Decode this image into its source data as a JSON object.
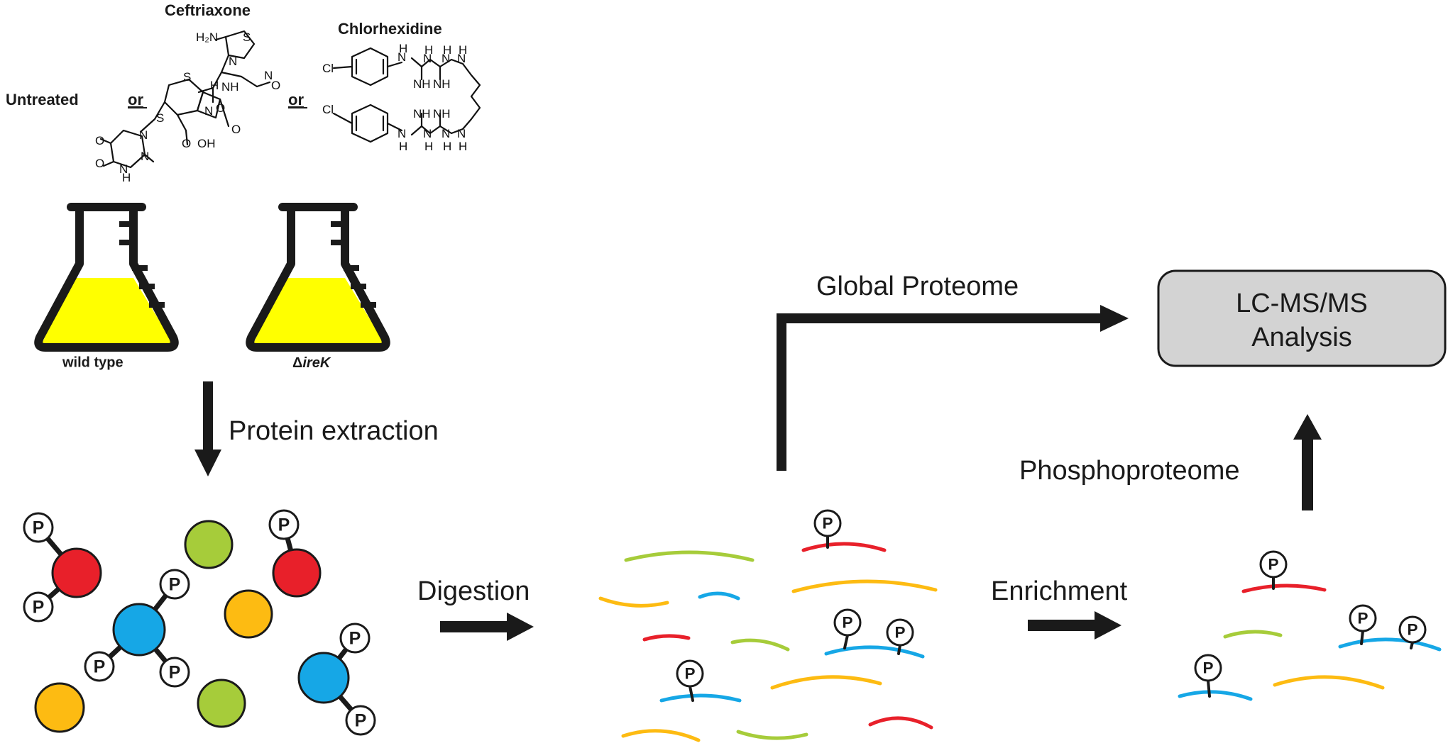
{
  "treatments": {
    "untreated": "Untreated",
    "or_1": "or",
    "ceftriaxone": "Ceftriaxone",
    "or_2": "or",
    "chlorhexidine": "Chlorhexidine"
  },
  "strains": {
    "wild_type": "wild type",
    "mutant_prefix": "Δ",
    "mutant_gene": "ireK"
  },
  "steps": {
    "protein_extraction": "Protein extraction",
    "digestion": "Digestion",
    "global_proteome": "Global Proteome",
    "enrichment": "Enrichment",
    "phosphoproteome": "Phosphoproteome"
  },
  "analysis_box": {
    "line1": "LC-MS/MS",
    "line2": "Analysis"
  },
  "phospho_label": "P",
  "chem_labels": {
    "ceftriaxone_atoms": [
      "H2N",
      "S",
      "N",
      "N",
      "O",
      "O",
      "NH",
      "H",
      "S",
      "S",
      "N",
      "O",
      "O",
      "OH",
      "O",
      "N",
      "N",
      "O",
      "N",
      "H"
    ],
    "chlorhexidine_atoms": [
      "Cl",
      "Cl",
      "NH",
      "NH",
      "NH",
      "NH",
      "NH",
      "NH",
      "NH",
      "NH",
      "N",
      "N",
      "N",
      "N",
      "H",
      "H",
      "H",
      "H",
      "H",
      "H",
      "H",
      "H"
    ]
  },
  "colors": {
    "red": "#e8202a",
    "green": "#a6cc3a",
    "blue": "#16a7e6",
    "orange": "#fdbb12",
    "flask_liquid": "#ffff00",
    "box_fill": "#d3d3d3",
    "arrow": "#1a1a1a"
  }
}
